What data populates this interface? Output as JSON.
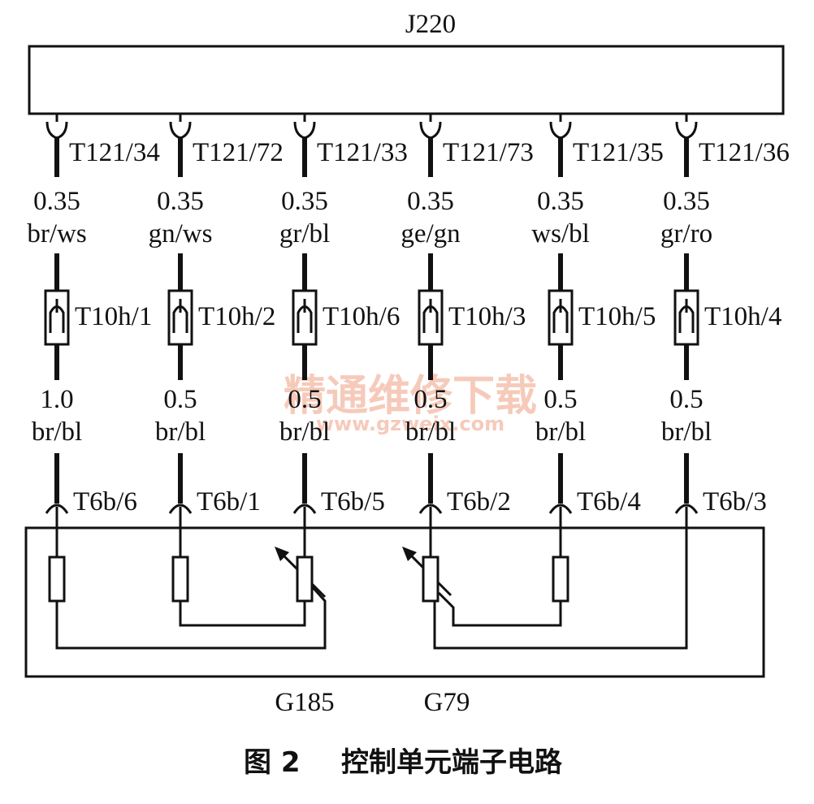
{
  "control_unit": {
    "name": "J220"
  },
  "wires": [
    {
      "pin_top": "T121/34",
      "size_top": "0.35",
      "color_top": "br/ws",
      "connector_mid": "T10h/1",
      "size_bottom": "1.0",
      "color_bottom": "br/bl",
      "pin_bottom": "T6b/6"
    },
    {
      "pin_top": "T121/72",
      "size_top": "0.35",
      "color_top": "gn/ws",
      "connector_mid": "T10h/2",
      "size_bottom": "0.5",
      "color_bottom": "br/bl",
      "pin_bottom": "T6b/1"
    },
    {
      "pin_top": "T121/33",
      "size_top": "0.35",
      "color_top": "gr/bl",
      "connector_mid": "T10h/6",
      "size_bottom": "0.5",
      "color_bottom": "br/bl",
      "pin_bottom": "T6b/5"
    },
    {
      "pin_top": "T121/73",
      "size_top": "0.35",
      "color_top": "ge/gn",
      "connector_mid": "T10h/3",
      "size_bottom": "0.5",
      "color_bottom": "br/bl",
      "pin_bottom": "T6b/2"
    },
    {
      "pin_top": "T121/35",
      "size_top": "0.35",
      "color_top": "ws/bl",
      "connector_mid": "T10h/5",
      "size_bottom": "0.5",
      "color_bottom": "br/bl",
      "pin_bottom": "T6b/4"
    },
    {
      "pin_top": "T121/36",
      "size_top": "0.35",
      "color_top": "gr/ro",
      "connector_mid": "T10h/4",
      "size_bottom": "0.5",
      "color_bottom": "br/bl",
      "pin_bottom": "T6b/3"
    }
  ],
  "sensors": [
    {
      "name": "G185"
    },
    {
      "name": "G79"
    }
  ],
  "watermark": {
    "cn": "精通维修下载",
    "url": "www.gzweix.com"
  },
  "caption": {
    "figure": "图 2",
    "text": "控制单元端子电路"
  }
}
